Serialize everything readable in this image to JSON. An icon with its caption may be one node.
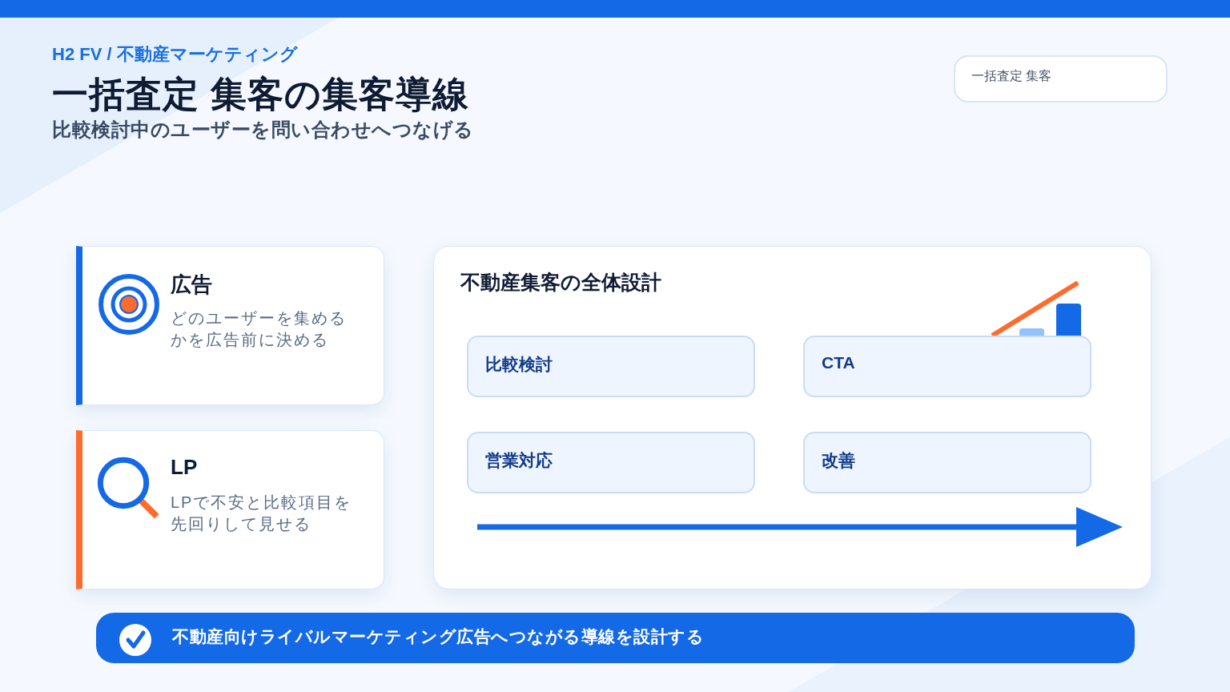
{
  "diagram": {
    "title": "一括査定 集客の集客導線",
    "nodes": [
      {
        "text": [
          "一括査定 集客"
        ]
      },
      {
        "text": [
          "広告",
          "どのユーザーを集めるかを広告前に決める"
        ]
      },
      {
        "text": [
          "LP",
          "LPで不安と比較項目を先回りして見せる"
        ]
      },
      {
        "text": [
          "不動産集客の全体設計"
        ]
      },
      {
        "text": [
          "比較検討"
        ],
        "in": 3
      },
      {
        "text": [
          "CTA"
        ],
        "in": 3
      },
      {
        "text": [
          "営業対応"
        ],
        "in": 3
      },
      {
        "text": [
          "改善"
        ],
        "in": 3
      },
      {
        "text": [
          "不動産向けライバルマーケティング広告へつながる導線を設計する"
        ]
      }
    ],
    "labels": [
      "H2 FV / 不動産マーケティング",
      "比較検討中のユーザーを問い合わせへつなげる"
    ]
  }
}
